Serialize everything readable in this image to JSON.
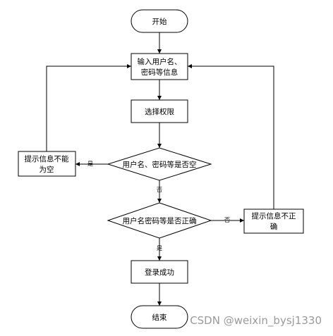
{
  "nodes": {
    "start": "开始",
    "input_line1": "输入用户名、",
    "input_line2": "密码等信息",
    "select": "选择权限",
    "check_empty": "用户名、密码等是否空",
    "check_correct": "用户名密码等是否正确",
    "err_empty_line1": "提示信息不能",
    "err_empty_line2": "为空",
    "err_wrong_line1": "提示信息不正",
    "err_wrong_line2": "确",
    "success": "登录成功",
    "end": "结束"
  },
  "edge_labels": {
    "yes1": "是",
    "no1": "否",
    "no2": "否",
    "yes2": "是"
  },
  "watermark": "CSDN @weixin_bysj1330"
}
